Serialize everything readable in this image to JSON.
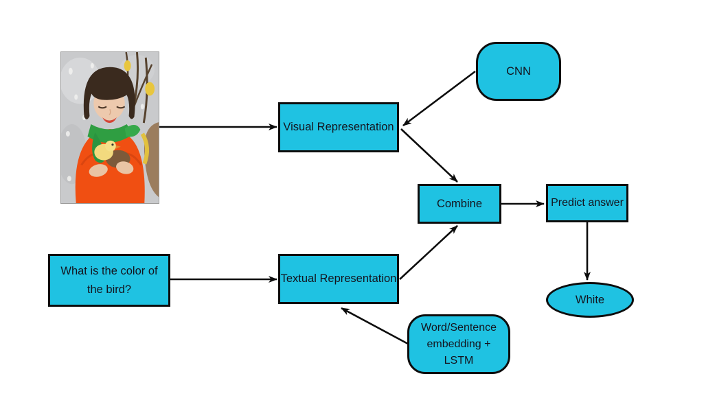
{
  "diagram": {
    "colors": {
      "node_fill": "#1FC2E2",
      "node_border": "#0d0d0d",
      "arrow": "#0d0d0d",
      "text": "#14141e"
    },
    "nodes": {
      "photo": {
        "label": "Photo of a child in an orange sweater and green scarf holding a yellow chick and a brown chick"
      },
      "visual_representation": {
        "label": "Visual Representation"
      },
      "cnn": {
        "label": "CNN"
      },
      "combine": {
        "label": "Combine"
      },
      "predict_answer": {
        "label": "Predict answer"
      },
      "answer": {
        "label": "White"
      },
      "question": {
        "label": "What is the color of the bird?"
      },
      "textual_representation": {
        "label": "Textual Representation"
      },
      "embedding": {
        "label": "Word/Sentence embedding + LSTM"
      }
    },
    "edges": [
      {
        "from": "photo",
        "to": "visual_representation"
      },
      {
        "from": "cnn",
        "to": "visual_representation"
      },
      {
        "from": "visual_representation",
        "to": "combine"
      },
      {
        "from": "question",
        "to": "textual_representation"
      },
      {
        "from": "embedding",
        "to": "textual_representation"
      },
      {
        "from": "textual_representation",
        "to": "combine"
      },
      {
        "from": "combine",
        "to": "predict_answer"
      },
      {
        "from": "predict_answer",
        "to": "answer"
      }
    ]
  }
}
